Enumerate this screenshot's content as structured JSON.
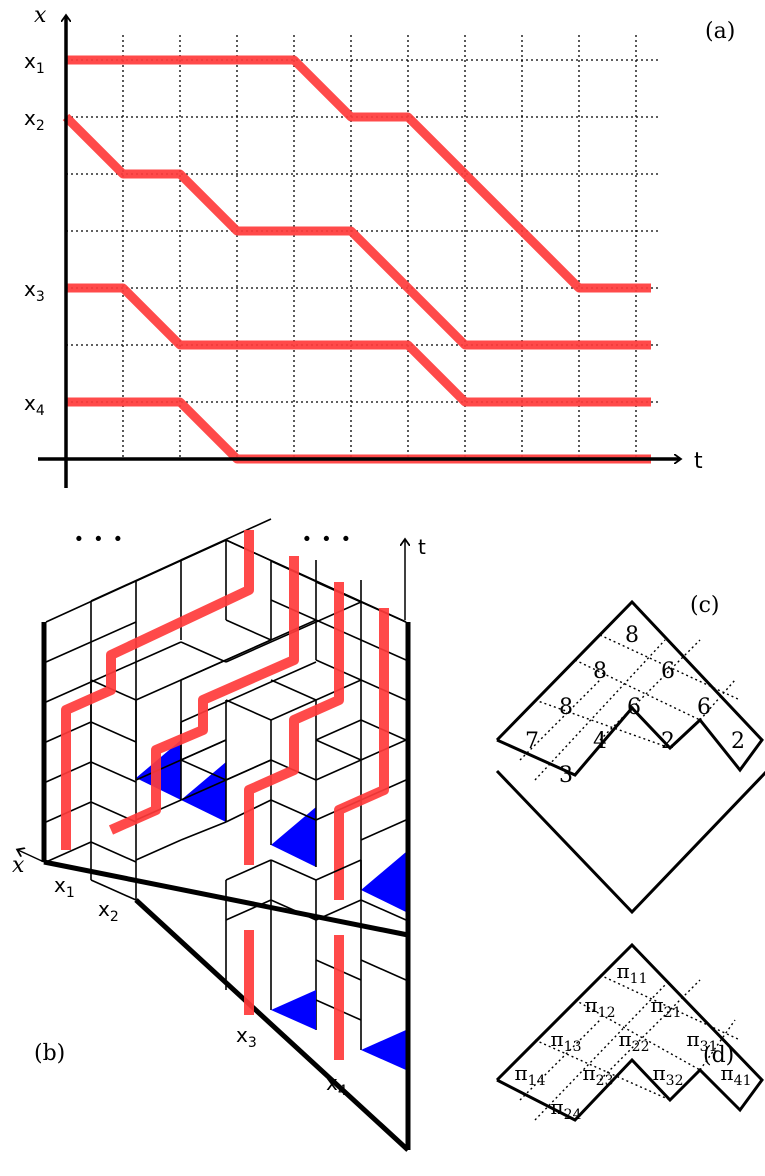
{
  "panel_a": {
    "label": "(a)",
    "x_axis_label": "x",
    "t_axis_label": "t",
    "x_labels": [
      "x",
      "x",
      "x",
      "x"
    ],
    "x_subs": [
      "1",
      "2",
      "3",
      "4"
    ]
  },
  "panel_b": {
    "label": "(b)",
    "t_axis_label": "t",
    "x_axis_label": "x",
    "ellipsis_left": "· · ·",
    "ellipsis_right": "· · ·",
    "x_labels": [
      "x",
      "x",
      "x",
      "x"
    ],
    "x_subs": [
      "1",
      "2",
      "3",
      "4"
    ]
  },
  "panel_c": {
    "label": "(c)",
    "cells": [
      "8",
      "8",
      "6",
      "8",
      "6",
      "6",
      "7",
      "4",
      "2",
      "2",
      "3"
    ]
  },
  "panel_d": {
    "label": "(d)",
    "pi": "π",
    "subs": [
      "11",
      "12",
      "21",
      "13",
      "22",
      "31",
      "14",
      "23",
      "32",
      "41",
      "24"
    ]
  },
  "colors": {
    "path": "#ff3b3b",
    "tile": "#0000ff",
    "line": "#000000"
  }
}
